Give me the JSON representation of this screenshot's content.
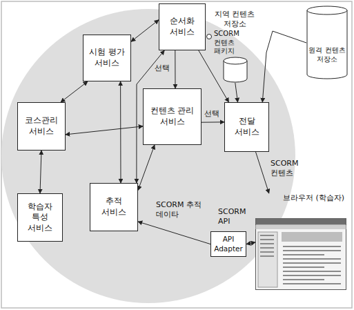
{
  "diagram": {
    "nodes": [
      {
        "text": [
          "순서화 서비스"
        ]
      },
      {
        "text": [
          "지역 컨텐츠 저장소"
        ]
      },
      {
        "text": [
          "원격 컨텐츠 저장소"
        ]
      },
      {
        "text": [
          "시험 평가 서비스"
        ]
      },
      {
        "text": [
          "코스관리 서비스"
        ]
      },
      {
        "text": [
          "컨텐츠 관리 서비스"
        ]
      },
      {
        "text": [
          "전달 서비스"
        ]
      },
      {
        "text": [
          "학습자 특성 서비스"
        ]
      },
      {
        "text": [
          "추적 서비스"
        ]
      },
      {
        "text": [
          "API Adapter"
        ]
      },
      {
        "text": [
          "브라우저 (학습자)"
        ]
      }
    ],
    "edges": [
      {
        "from": 0,
        "to": 3,
        "arrow": "both"
      },
      {
        "from": 0,
        "to": 5,
        "label": "선택",
        "arrow": "to"
      },
      {
        "from": 0,
        "to": 6,
        "arrow": "to"
      },
      {
        "from": 3,
        "to": 4,
        "arrow": "both"
      },
      {
        "from": 3,
        "to": 8,
        "arrow": "both"
      },
      {
        "from": 4,
        "to": 5,
        "arrow": "both"
      },
      {
        "from": 4,
        "to": 7,
        "arrow": "both"
      },
      {
        "from": 5,
        "to": 6,
        "label": "선택",
        "arrow": "to"
      },
      {
        "from": 8,
        "to": 5,
        "arrow": "both"
      },
      {
        "from": 8,
        "to": 0,
        "arrow": "both"
      },
      {
        "from": 9,
        "to": 8,
        "label": "SCORM 추적 데이타",
        "arrow": "to"
      },
      {
        "from": 9,
        "to": 10,
        "label": "SCORM API",
        "arrow": "both"
      },
      {
        "from": 6,
        "to": 10,
        "label": "SCORM 컨텐츠",
        "arrow": "to"
      },
      {
        "from": 1,
        "to": 6,
        "arrow": "to"
      },
      {
        "from": 2,
        "to": 6,
        "arrow": "to"
      }
    ],
    "labels": [
      "SCORM 컨텐츠 패키지"
    ]
  }
}
